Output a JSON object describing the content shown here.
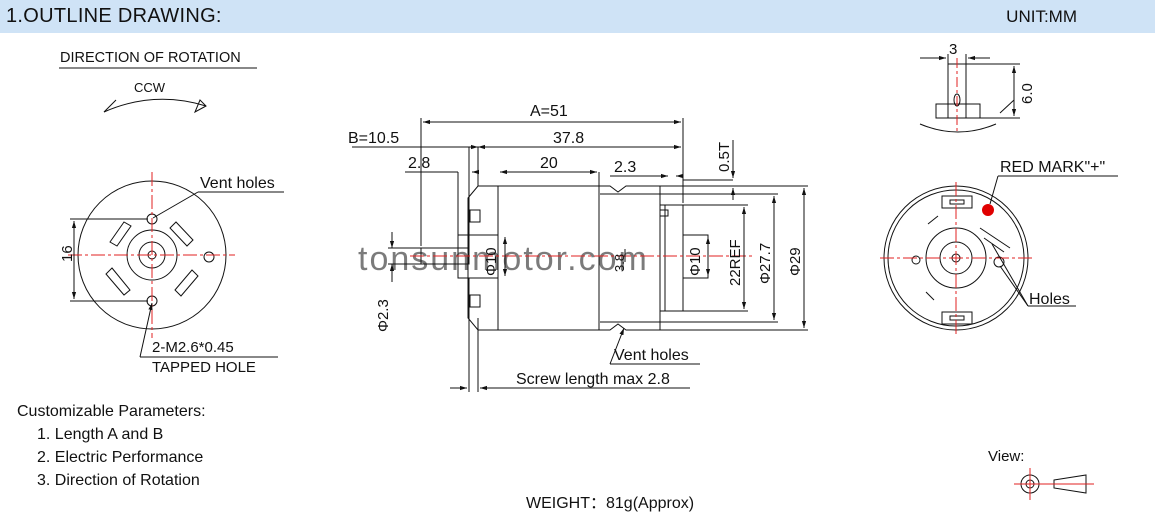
{
  "header": {
    "title": "1.OUTLINE DRAWING:",
    "unit": "UNIT:MM",
    "background_color": "#cfe3f6"
  },
  "rotation": {
    "heading": "DIRECTION OF ROTATION",
    "direction": "CCW"
  },
  "front_view": {
    "vent_holes_label": "Vent holes",
    "dim_16": "16",
    "tapped_hole_line1": "2-M2.6*0.45",
    "tapped_hole_line2": "TAPPED HOLE"
  },
  "side_view": {
    "dim_a": "A=51",
    "dim_b": "B=10.5",
    "dim_37_8": "37.8",
    "dim_2_8": "2.8",
    "dim_20": "20",
    "dim_2_3_top": "2.3",
    "dim_0_5t": "0.5T",
    "dim_phi10_left": "Φ10",
    "dim_3_8": "3.8",
    "dim_phi10_right": "Φ10",
    "dim_22ref": "22REF",
    "dim_phi27_7": "Φ27.7",
    "dim_phi29": "Φ29",
    "dim_phi2_3": "Φ2.3",
    "vent_holes_label": "Vent holes",
    "screw_label": "Screw length max 2.8"
  },
  "terminal_view": {
    "dim_3": "3",
    "dim_6_0": "6.0"
  },
  "rear_view": {
    "red_mark_label": "RED MARK\"+\"",
    "holes_label": "Holes",
    "red_mark_color": "#e00000"
  },
  "customizable": {
    "title": "Customizable Parameters:",
    "items": [
      "1. Length A and B",
      "2. Electric Performance",
      "3. Direction of Rotation"
    ]
  },
  "weight": "WEIGHT：81g(Approx)",
  "view": {
    "label": "View:"
  },
  "watermark": "tonsunmotor.com",
  "colors": {
    "center_line": "#e02020",
    "line": "#111111"
  }
}
